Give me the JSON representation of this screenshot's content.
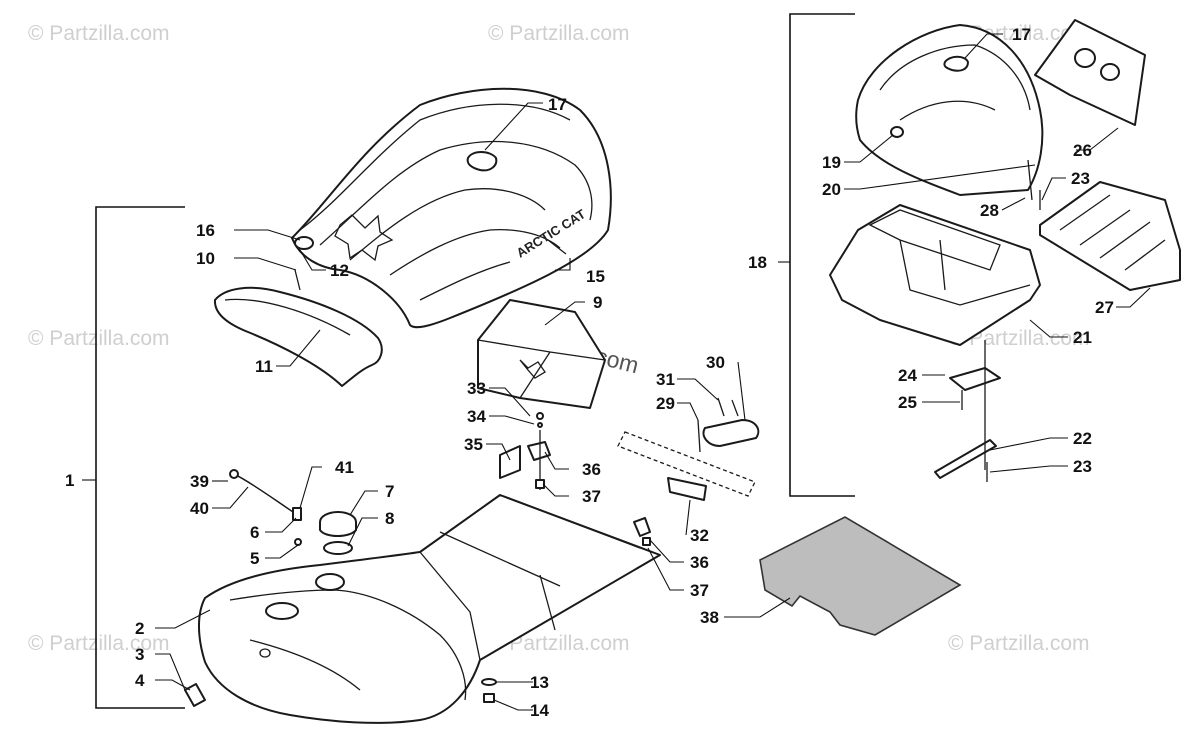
{
  "colors": {
    "ink": "#1a1a1a",
    "watermark": "#cfcfcf",
    "background": "#ffffff"
  },
  "watermark": {
    "text": "© Partzilla.com"
  },
  "seat_logo": {
    "text": "ARCTIC CAT"
  },
  "callouts": [
    {
      "id": "1",
      "label": "1"
    },
    {
      "id": "2",
      "label": "2"
    },
    {
      "id": "3",
      "label": "3"
    },
    {
      "id": "4",
      "label": "4"
    },
    {
      "id": "5",
      "label": "5"
    },
    {
      "id": "6",
      "label": "6"
    },
    {
      "id": "7",
      "label": "7"
    },
    {
      "id": "8",
      "label": "8"
    },
    {
      "id": "9",
      "label": "9"
    },
    {
      "id": "10",
      "label": "10"
    },
    {
      "id": "11",
      "label": "11"
    },
    {
      "id": "12",
      "label": "12"
    },
    {
      "id": "13",
      "label": "13"
    },
    {
      "id": "14",
      "label": "14"
    },
    {
      "id": "15",
      "label": "15"
    },
    {
      "id": "16",
      "label": "16"
    },
    {
      "id": "17a",
      "label": "17"
    },
    {
      "id": "17b",
      "label": "17"
    },
    {
      "id": "18",
      "label": "18"
    },
    {
      "id": "19",
      "label": "19"
    },
    {
      "id": "20",
      "label": "20"
    },
    {
      "id": "21",
      "label": "21"
    },
    {
      "id": "22",
      "label": "22"
    },
    {
      "id": "23a",
      "label": "23"
    },
    {
      "id": "23b",
      "label": "23"
    },
    {
      "id": "24",
      "label": "24"
    },
    {
      "id": "25",
      "label": "25"
    },
    {
      "id": "26",
      "label": "26"
    },
    {
      "id": "27",
      "label": "27"
    },
    {
      "id": "28",
      "label": "28"
    },
    {
      "id": "29",
      "label": "29"
    },
    {
      "id": "30",
      "label": "30"
    },
    {
      "id": "31",
      "label": "31"
    },
    {
      "id": "32",
      "label": "32"
    },
    {
      "id": "33",
      "label": "33"
    },
    {
      "id": "34",
      "label": "34"
    },
    {
      "id": "35",
      "label": "35"
    },
    {
      "id": "36a",
      "label": "36"
    },
    {
      "id": "36b",
      "label": "36"
    },
    {
      "id": "37a",
      "label": "37"
    },
    {
      "id": "37b",
      "label": "37"
    },
    {
      "id": "38",
      "label": "38"
    },
    {
      "id": "39",
      "label": "39"
    },
    {
      "id": "40",
      "label": "40"
    },
    {
      "id": "41",
      "label": "41"
    }
  ]
}
